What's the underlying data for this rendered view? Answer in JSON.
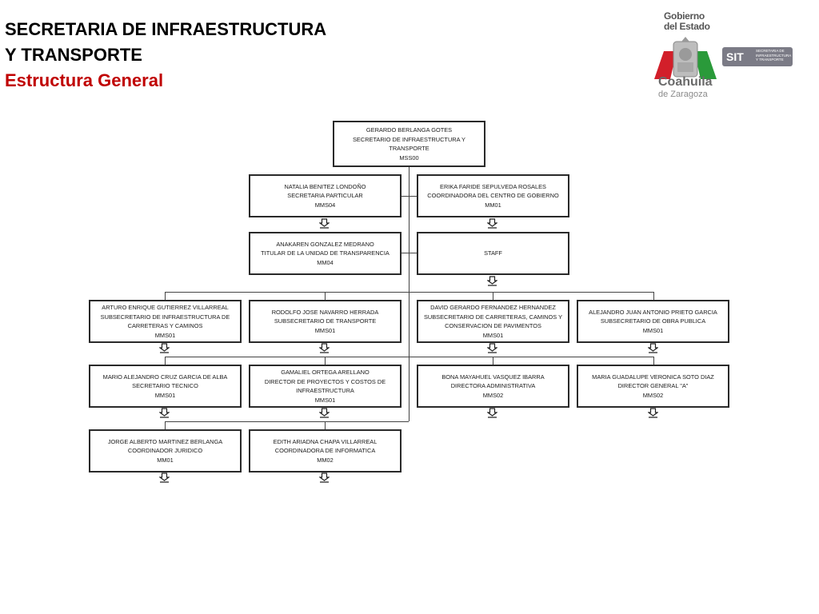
{
  "header": {
    "line1": "SECRETARIA DE INFRAESTRUCTURA",
    "line2": "Y TRANSPORTE",
    "line3": "Estructura General"
  },
  "logo": {
    "gobierno": "Gobierno",
    "del_estado": "del Estado",
    "sit": "SIT",
    "sit_sub": "SECRETARIA DE\nINFRAESTRUCTURA\nY TRANSPORTE",
    "coahuila": "Coahuila",
    "zaragoza": "de Zaragoza"
  },
  "org": {
    "root": {
      "name": "GERARDO BERLANGA GOTES",
      "position": "SECRETARIO DE INFRAESTRUCTURA Y TRANSPORTE",
      "code": "MSS00"
    },
    "staff_left": [
      {
        "name": "NATALIA BENITEZ LONDOÑO",
        "position": "SECRETARIA PARTICULAR",
        "code": "MMS04"
      },
      {
        "name": "ANAKAREN GONZALEZ MEDRANO",
        "position": "TITULAR DE LA UNIDAD DE TRANSPARENCIA",
        "code": "MM04"
      }
    ],
    "staff_right": [
      {
        "name": "ERIKA FARIDE SEPULVEDA ROSALES",
        "position": "COORDINADORA DEL CENTRO DE GOBIERNO",
        "code": "MM01"
      },
      {
        "label": "STAFF"
      }
    ],
    "row1": [
      {
        "name": "ARTURO ENRIQUE GUTIERREZ VILLARREAL",
        "position": "SUBSECRETARIO DE INFRAESTRUCTURA DE CARRETERAS Y CAMINOS",
        "code": "MMS01"
      },
      {
        "name": "RODOLFO JOSE NAVARRO HERRADA",
        "position": "SUBSECRETARIO DE TRANSPORTE",
        "code": "MMS01"
      },
      {
        "name": "DAVID GERARDO FERNANDEZ HERNANDEZ",
        "position": "SUBSECRETARIO DE CARRETERAS, CAMINOS Y CONSERVACION DE PAVIMENTOS",
        "code": "MMS01"
      },
      {
        "name": "ALEJANDRO JUAN ANTONIO PRIETO GARCIA",
        "position": "SUBSECRETARIO DE OBRA PUBLICA",
        "code": "MMS01"
      }
    ],
    "row2": [
      {
        "name": "MARIO ALEJANDRO CRUZ GARCIA DE ALBA",
        "position": "SECRETARIO TECNICO",
        "code": "MMS01"
      },
      {
        "name": "GAMALIEL ORTEGA ARELLANO",
        "position": "DIRECTOR DE PROYECTOS Y COSTOS DE INFRAESTRUCTURA",
        "code": "MMS01"
      },
      {
        "name": "BONA MAYAHUEL VASQUEZ IBARRA",
        "position": "DIRECTORA ADMINISTRATIVA",
        "code": "MMS02"
      },
      {
        "name": "MARIA GUADALUPE VERONICA SOTO DIAZ",
        "position": "DIRECTOR GENERAL \"A\"",
        "code": "MMS02"
      }
    ],
    "row3": [
      {
        "name": "JORGE ALBERTO MARTINEZ BERLANGA",
        "position": "COORDINADOR JURIDICO",
        "code": "MM01"
      },
      {
        "name": "EDITH ARIADNA CHAPA VILLARREAL",
        "position": "COORDINADORA DE INFORMATICA",
        "code": "MM02"
      }
    ]
  },
  "colors": {
    "title": "#000000",
    "subtitle": "#c00000",
    "box_border": "#2a2a2a",
    "connector": "#444444"
  }
}
